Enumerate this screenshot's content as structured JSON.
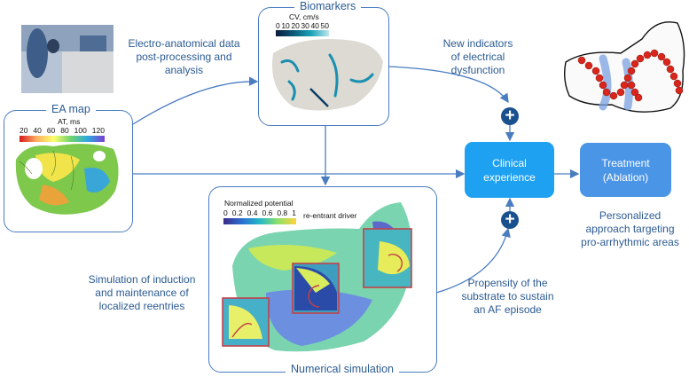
{
  "panels": {
    "ea_map": {
      "title": "EA map",
      "scale_title": "AT, ms",
      "ticks": [
        "20",
        "40",
        "60",
        "80",
        "100",
        "120"
      ]
    },
    "biomarkers": {
      "title": "Biomarkers",
      "scale_title": "CV, cm/s",
      "ticks": [
        "0",
        "10",
        "20",
        "30",
        "40",
        "50"
      ]
    },
    "simulation": {
      "title": "Numerical simulation",
      "scale_title": "Normalized potential",
      "ticks": [
        "0",
        "0.2",
        "0.4",
        "0.6",
        "0.8",
        "1"
      ],
      "annotation": "re-entrant driver"
    }
  },
  "labels": {
    "ea_data": [
      "Electro-anatomical data",
      "post-processing and",
      "analysis"
    ],
    "new_indicators": [
      "New indicators",
      "of electrical",
      "dysfunction"
    ],
    "simulation_induction": [
      "Simulation of induction",
      "and maintenance of",
      "localized reentries"
    ],
    "propensity": [
      "Propensity of the",
      "substrate to sustain",
      "an AF episode"
    ],
    "personalized": [
      "Personalized",
      "approach targeting",
      "pro-arrhythmic areas"
    ]
  },
  "boxes": {
    "clinical": [
      "Clinical",
      "experience"
    ],
    "treatment": [
      "Treatment",
      "(Ablation)"
    ]
  },
  "plus_sign": "+",
  "colors": {
    "accent": "#1ea1f0",
    "dark_blue": "#19518f",
    "light_blue": "#4b95e6",
    "text": "#2c5b93"
  }
}
